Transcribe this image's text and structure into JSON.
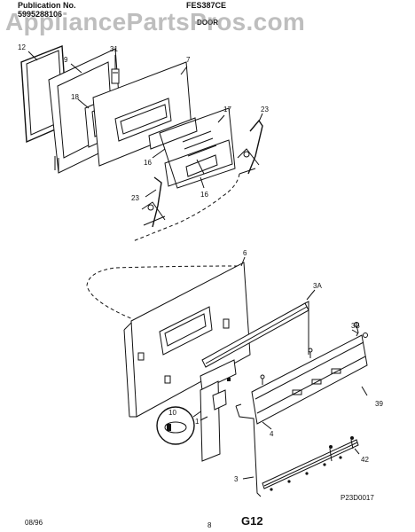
{
  "header": {
    "publication_label": "Publication No.",
    "publication_number": "5995288106",
    "model": "FES387CE",
    "section": "DOOR"
  },
  "watermark": "AppliancePartsPros.com",
  "callouts": {
    "c12": "12",
    "c9": "9",
    "c31": "31",
    "c7": "7",
    "c18": "18",
    "c17": "17",
    "c23a": "23",
    "c16a": "16",
    "c16b": "16",
    "c23b": "23",
    "c6": "6",
    "c3A": "3A",
    "c3B": "3B",
    "c39": "39",
    "c10": "10",
    "c1": "1",
    "c4": "4",
    "c3": "3",
    "c42": "42"
  },
  "diagram_code": "P23D0017",
  "footer": {
    "date": "08/96",
    "page": "8",
    "code": "G12"
  }
}
